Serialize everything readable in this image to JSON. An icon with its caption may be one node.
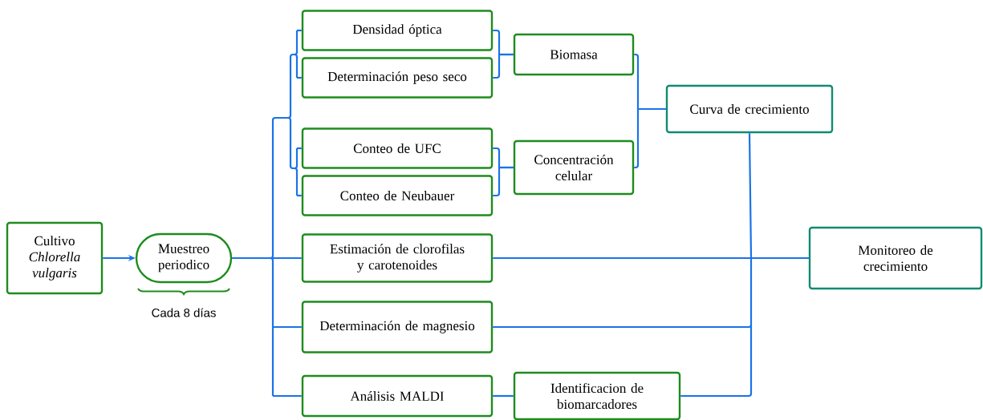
{
  "diagram": {
    "nodes": [
      {
        "text": [
          "Cultivo *Chlorella vulgaris*"
        ]
      },
      {
        "text": [
          "Muestreo periodico"
        ],
        "beside": [
          "Cada 8 días"
        ]
      },
      {
        "text": [
          "Densidad óptica"
        ]
      },
      {
        "text": [
          "Determinación peso seco"
        ]
      },
      {
        "text": [
          "Conteo de UFC"
        ]
      },
      {
        "text": [
          "Conteo de Neubauer"
        ]
      },
      {
        "text": [
          "Estimación de clorofilas y carotenoides"
        ]
      },
      {
        "text": [
          "Determinación de magnesio"
        ]
      },
      {
        "text": [
          "Análisis MALDI"
        ]
      },
      {
        "text": [
          "Biomasa"
        ]
      },
      {
        "text": [
          "Concentración celular"
        ]
      },
      {
        "text": [
          "Curva de crecimiento"
        ]
      },
      {
        "text": [
          "Monitoreo de crecimiento"
        ]
      },
      {
        "text": [
          "Identificacion de biomarcadores"
        ]
      }
    ],
    "edges": [
      {
        "from": 0,
        "to": 1,
        "arrow": "to"
      },
      {
        "from": 1,
        "to": 2,
        "arrow": "none"
      },
      {
        "from": 1,
        "to": 3,
        "arrow": "none"
      },
      {
        "from": 1,
        "to": 4,
        "arrow": "none"
      },
      {
        "from": 1,
        "to": 5,
        "arrow": "none"
      },
      {
        "from": 1,
        "to": 6,
        "arrow": "none"
      },
      {
        "from": 1,
        "to": 7,
        "arrow": "none"
      },
      {
        "from": 1,
        "to": 8,
        "arrow": "none"
      },
      {
        "from": 2,
        "to": 9,
        "arrow": "none"
      },
      {
        "from": 3,
        "to": 9,
        "arrow": "none"
      },
      {
        "from": 4,
        "to": 10,
        "arrow": "none"
      },
      {
        "from": 5,
        "to": 10,
        "arrow": "none"
      },
      {
        "from": 9,
        "to": 11,
        "arrow": "none"
      },
      {
        "from": 10,
        "to": 11,
        "arrow": "none"
      },
      {
        "from": 11,
        "to": 12,
        "arrow": "none"
      },
      {
        "from": 6,
        "to": 12,
        "arrow": "none"
      },
      {
        "from": 7,
        "to": 12,
        "arrow": "none"
      },
      {
        "from": 13,
        "to": 12,
        "arrow": "none"
      },
      {
        "from": 8,
        "to": 13,
        "arrow": "none"
      }
    ]
  }
}
